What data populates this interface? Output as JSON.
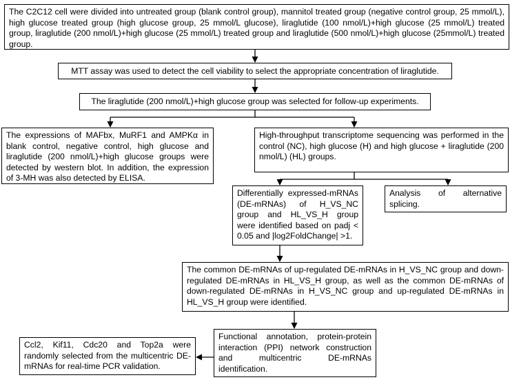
{
  "nodes": {
    "groups": "The C2C12 cell were divided into untreated group (blank control group), mannitol treated group (negative control group, 25 mmol/L), high glucose treated group (high glucose group, 25 mmol/L glucose), liraglutide (100 nmol/L)+high glucose (25 mmol/L) treated group, liraglutide (200 nmol/L)+high glucose (25 mmol/L) treated group and liraglutide (500 nmol/L)+high glucose (25mmol/L) treated group.",
    "mtt": "MTT assay was used to detect the cell viability to select the appropriate concentration of liraglutide.",
    "selected": "The liraglutide (200 nmol/L)+high glucose group was selected for follow-up experiments.",
    "western": "The expressions of MAFbx, MuRF1 and AMPKα in blank control, negative control, high glucose and liraglutide (200 nmol/L)+high glucose groups were detected by western blot. In addition, the expression of 3-MH was also detected by ELISA.",
    "sequencing": "High-throughput transcriptome sequencing was performed in the control (NC), high glucose (H) and high glucose + liraglutide (200 nmol/L) (HL) groups.",
    "de_mrnas": "Differentially expressed-mRNAs (DE-mRNAs) of H_VS_NC group and HL_VS_H group were identified based on padj < 0.05 and |log2FoldChange| >1.",
    "splicing": "Analysis of alternative splicing.",
    "common": "The common DE-mRNAs of up-regulated DE-mRNAs in H_VS_NC group and down-regulated DE-mRNAs in HL_VS_H group, as well as the common DE-mRNAs of down-regulated DE-mRNAs in H_VS_NC group and up-regulated DE-mRNAs in HL_VS_H group were identified.",
    "functional": "Functional annotation, protein-protein interaction (PPI) network construction and multicentric DE-mRNAs identification.",
    "pcr": "Ccl2, Kif11, Cdc20 and Top2a were randomly selected from the multicentric DE-mRNAs for real-time PCR validation."
  }
}
